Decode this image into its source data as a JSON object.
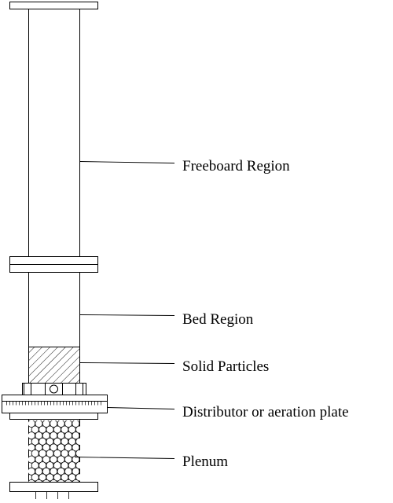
{
  "diagram": {
    "labels": {
      "freeboard": "Freeboard Region",
      "bed": "Bed Region",
      "solid_particles": "Solid Particles",
      "distributor": "Distributor or aeration plate",
      "plenum": "Plenum"
    }
  }
}
